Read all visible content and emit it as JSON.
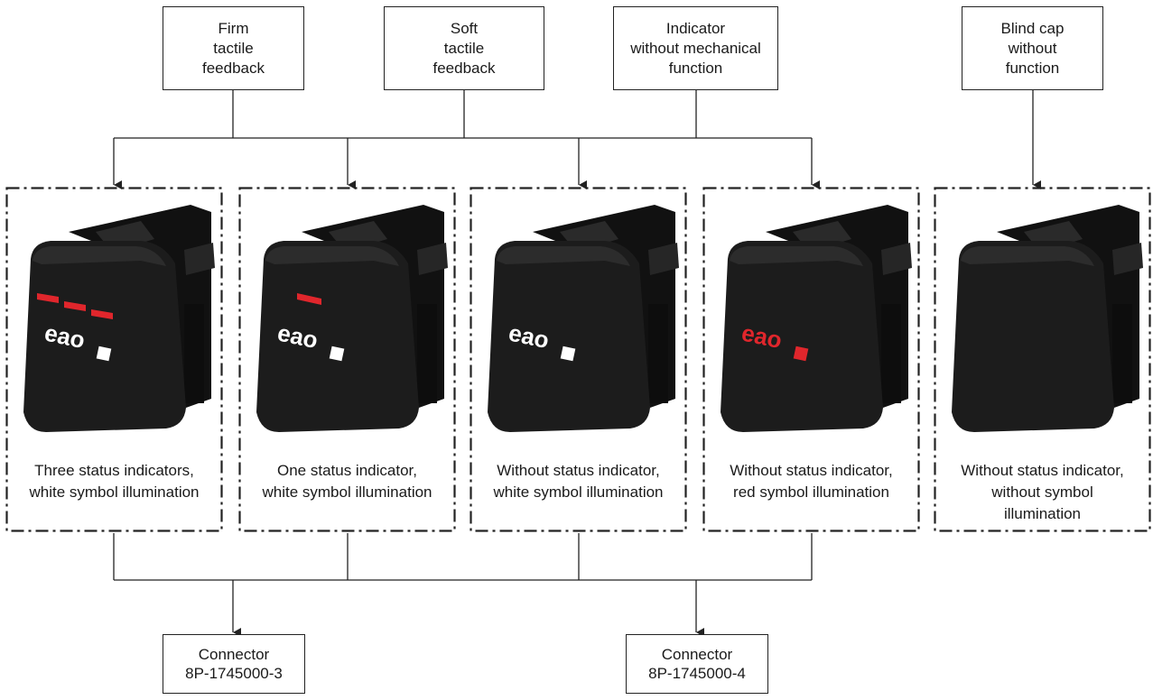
{
  "features": [
    {
      "lines": [
        "Firm",
        "tactile",
        "feedback"
      ]
    },
    {
      "lines": [
        "Soft",
        "tactile",
        "feedback"
      ]
    },
    {
      "lines": [
        "Indicator",
        "without mechanical",
        "function"
      ]
    },
    {
      "lines": [
        "Blind cap",
        "without",
        "function"
      ]
    }
  ],
  "variants": [
    {
      "lines": [
        "Three status indicators,",
        "white symbol illumination"
      ],
      "status_bars": 3,
      "symbol_color": "#ffffff",
      "illuminated": true
    },
    {
      "lines": [
        "One status indicator,",
        "white symbol illumination"
      ],
      "status_bars": 1,
      "symbol_color": "#ffffff",
      "illuminated": true
    },
    {
      "lines": [
        "Without status indicator,",
        "white symbol illumination"
      ],
      "status_bars": 0,
      "symbol_color": "#ffffff",
      "illuminated": true
    },
    {
      "lines": [
        "Without status indicator,",
        "red symbol illumination"
      ],
      "status_bars": 0,
      "symbol_color": "#e0262c",
      "illuminated": true
    },
    {
      "lines": [
        "Without status indicator,",
        "without symbol",
        "illumination"
      ],
      "status_bars": 0,
      "symbol_color": "#2a2a2a",
      "illuminated": false
    }
  ],
  "connectors": [
    {
      "lines": [
        "Connector",
        "8P-1745000-3"
      ]
    },
    {
      "lines": [
        "Connector",
        "8P-1745000-4"
      ]
    }
  ],
  "colors": {
    "line": "#222222",
    "switch_body": "#1c1c1c",
    "status_indicator": "#e0262c"
  },
  "logo_text": "eao"
}
